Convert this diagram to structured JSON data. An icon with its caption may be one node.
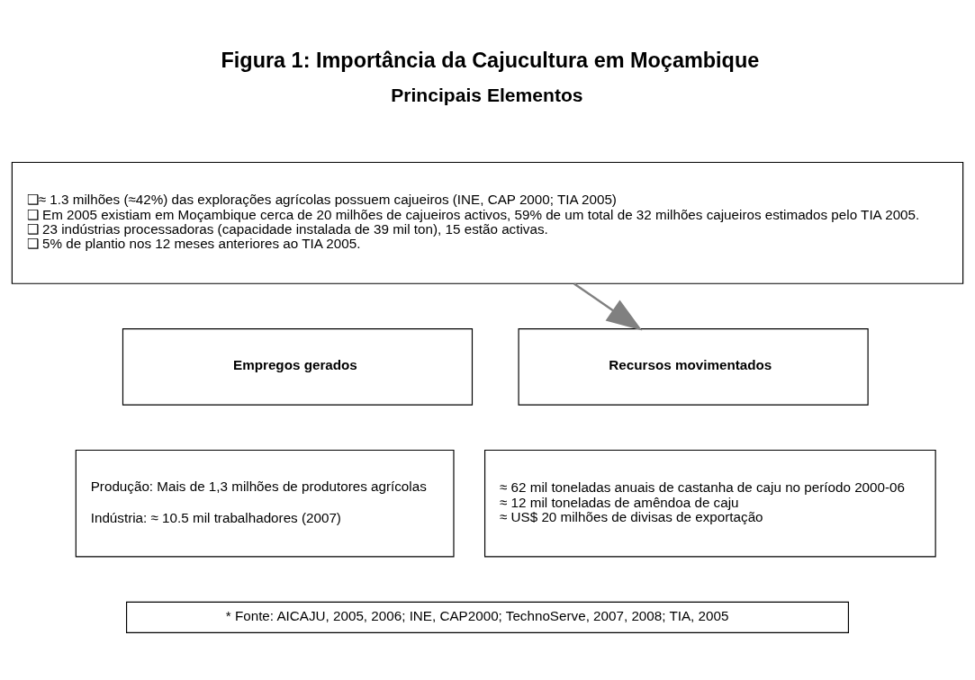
{
  "diagram": {
    "title": "Figura 1: Importância da Cajucultura em Moçambique",
    "nodes": [
      {
        "text": [
          "❑≈ 1.3 milhões (≈42%) das explorações agrícolas possuem cajueiros (INE, CAP 2000; TIA 2005)",
          "❑ Em 2005 existiam em Moçambique cerca de 20 milhões de cajueiros activos, 59% de um total de 32 milhões cajueiros estimados pelo TIA 2005.",
          "❑ 23 indústrias processadoras (capacidade instalada de 39 mil ton), 15 estão activas.",
          "❑ 5% de plantio nos 12 meses anteriores ao TIA 2005."
        ]
      },
      {
        "text": [
          "Empregos gerados"
        ]
      },
      {
        "text": [
          "Recursos movimentados"
        ]
      },
      {
        "text": [
          "Produção: Mais de 1,3 milhões de produtores agrícolas",
          "Indústria: ≈ 10.5 mil trabalhadores (2007)"
        ]
      },
      {
        "text": [
          "≈ 62 mil toneladas anuais de castanha de caju no período 2000-06",
          "≈ 12 mil toneladas de amêndoa de caju",
          "≈ US$ 20 milhões de divisas de exportação"
        ]
      },
      {
        "text": [
          "* Fonte: AICAJU, 2005, 2006; INE, CAP2000; TechnoServe, 2007, 2008; TIA, 2005"
        ]
      }
    ],
    "edges": [
      {
        "from": 0,
        "to": 2,
        "arrow": "to"
      }
    ],
    "labels": [
      "Principais Elementos"
    ]
  }
}
